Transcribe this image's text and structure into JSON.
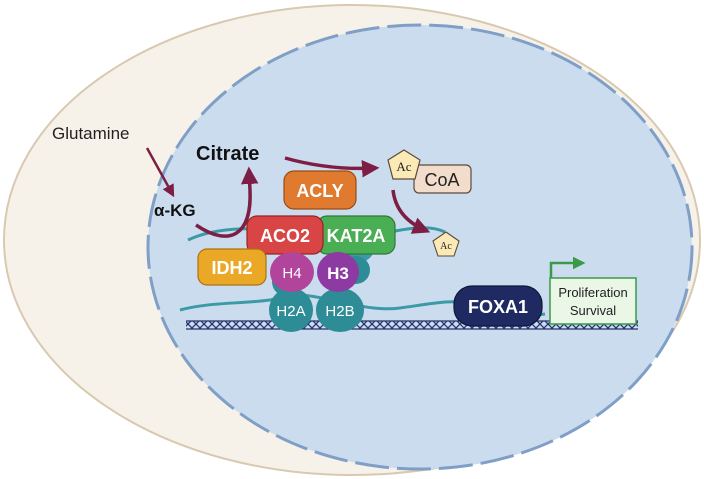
{
  "labels": {
    "glutamine": "Glutamine",
    "akg": "α-KG",
    "citrate": "Citrate",
    "ac": "Ac",
    "coa": "CoA"
  },
  "enzymes": {
    "acly": "ACLY",
    "aco2": "ACO2",
    "kat2a": "KAT2A",
    "idh2": "IDH2",
    "foxa1": "FOXA1"
  },
  "histones": {
    "h4": "H4",
    "h3": "H3",
    "h2a": "H2A",
    "h2b": "H2B"
  },
  "gene_box": {
    "line1": "Proliferation",
    "line2": "Survival"
  },
  "colors": {
    "cell_fill": "#f7f2e9",
    "nucleus_fill": "#ccdcef",
    "arrow": "#7d1f44",
    "acly": "#e07a2f",
    "aco2": "#d94545",
    "kat2a": "#4aae55",
    "idh2": "#eba827",
    "foxa1": "#1f2a63",
    "h4": "#b1449b",
    "h3": "#8e3aa3",
    "h2": "#2d8c96",
    "acetyl": "#fbe9b6",
    "gene_arrow": "#3a9a49"
  }
}
